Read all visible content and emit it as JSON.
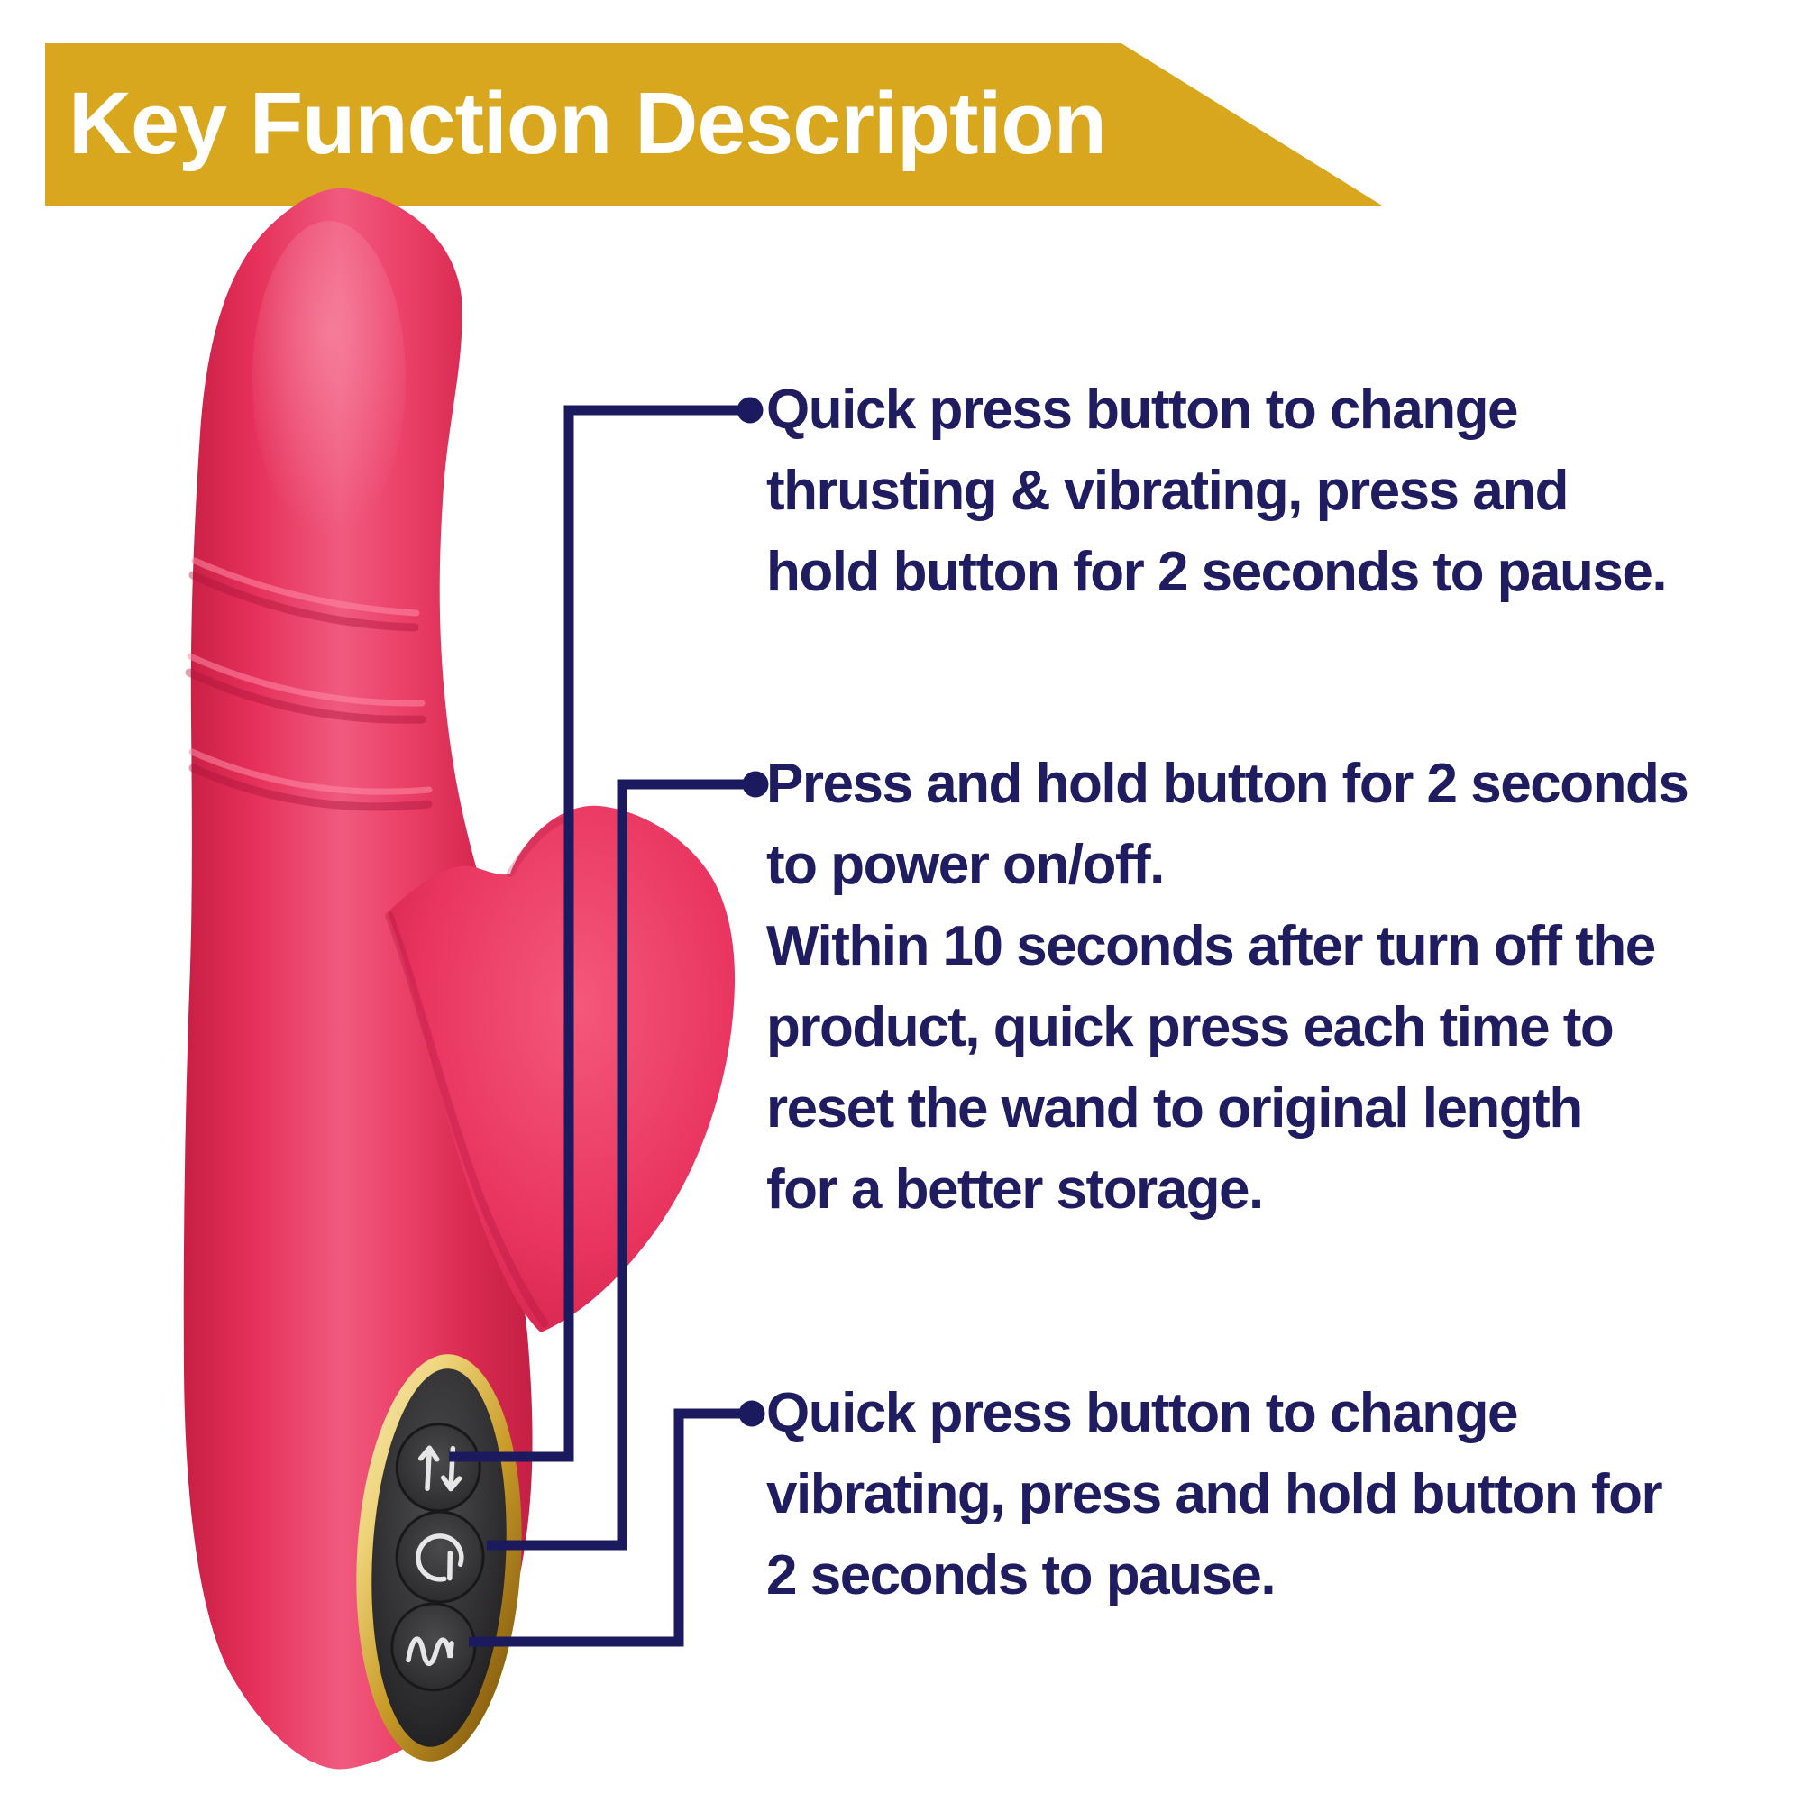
{
  "header": {
    "title": "Key Function Description"
  },
  "annotations": [
    {
      "target": "thrust-mode-button",
      "lines": [
        "Quick press button to change",
        "thrusting & vibrating, press and",
        "hold button for 2 seconds to pause."
      ]
    },
    {
      "target": "power-button",
      "lines": [
        "Press and hold button for 2 seconds",
        "to power on/off.",
        "Within 10 seconds after turn off the",
        "product, quick press each time to",
        "reset the wand to original length",
        "for a better storage."
      ]
    },
    {
      "target": "vibration-mode-button",
      "lines": [
        "Quick press button to change",
        "vibrating, press and hold button for",
        "2 seconds to pause."
      ]
    }
  ],
  "product": {
    "name": "rabbit thrusting vibrator",
    "buttons": [
      {
        "name": "thrust-mode-button",
        "icon": "up-down-arrows-icon"
      },
      {
        "name": "power-button",
        "icon": "power-icon"
      },
      {
        "name": "vibration-mode-button",
        "icon": "wave-icon"
      }
    ]
  },
  "colors": {
    "banner": "#D9A71E",
    "title_text": "#FFFFFF",
    "body_red": "#E73157",
    "gold_trim": "#C89B28",
    "panel_black": "#2E2E30",
    "connector": "#1B1A5E",
    "note_text": "#1F1D60"
  }
}
